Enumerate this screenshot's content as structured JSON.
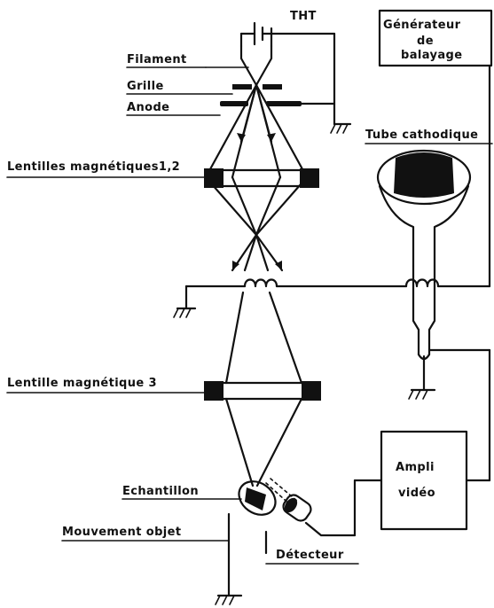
{
  "labels": {
    "tht": "THT",
    "filament": "Filament",
    "grille": "Grille",
    "anode": "Anode",
    "lentilles_12": "Lentilles magnétiques1,2",
    "lentille_3": "Lentille magnétique 3",
    "echantillon": "Echantillon",
    "mouvement_objet": "Mouvement objet",
    "detecteur": "Détecteur",
    "tube_cathodique": "Tube cathodique",
    "generateur_line1": "Générateur",
    "generateur_line2": "de",
    "generateur_line3": "balayage",
    "ampli_line1": "Ampli",
    "ampli_line2": "vidéo"
  }
}
